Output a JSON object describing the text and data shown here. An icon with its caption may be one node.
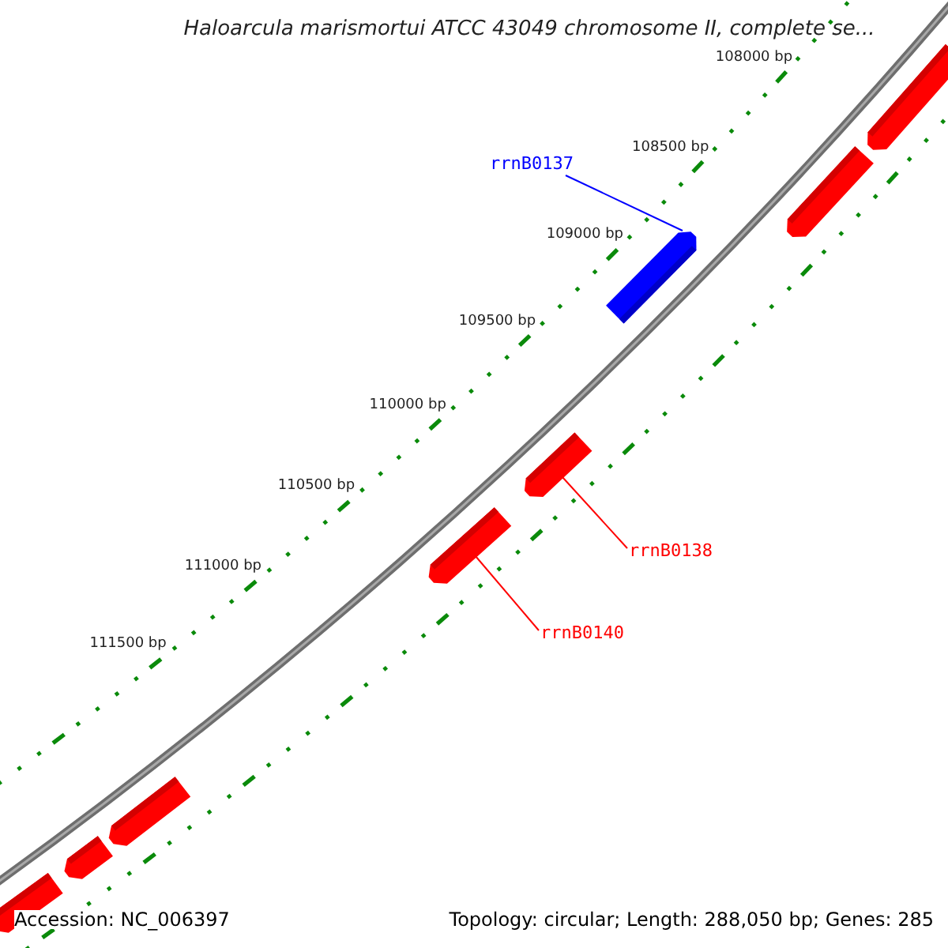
{
  "diagram": {
    "title": "Haloarcula marismortui ATCC 43049 chromosome II, complete se...",
    "nodes": [
      {
        "text": [
          "rrnB0137"
        ]
      },
      {
        "text": [],
        "shape": "bar"
      },
      {
        "text": [
          "rrnB0138"
        ]
      },
      {
        "text": [],
        "shape": "bar"
      },
      {
        "text": [
          "rrnB0140"
        ]
      },
      {
        "text": [],
        "shape": "bar"
      },
      {
        "text": [],
        "shape": "bar"
      },
      {
        "text": [],
        "shape": "bar"
      },
      {
        "text": [],
        "shape": "bar"
      },
      {
        "text": [],
        "shape": "bar"
      },
      {
        "text": [],
        "shape": "bar"
      }
    ],
    "edges": [
      {
        "from": 0,
        "to": 1,
        "arrow": "none",
        "color": "#0000ff"
      },
      {
        "from": 2,
        "to": 3,
        "arrow": "none"
      },
      {
        "from": 4,
        "to": 5,
        "arrow": "none"
      }
    ],
    "labels": [
      "108000 bp",
      "108500 bp",
      "109000 bp",
      "109500 bp",
      "110000 bp",
      "110500 bp",
      "111000 bp",
      "111500 bp",
      "Accession: NC_006397",
      "Topology: circular; Length: 288,050 bp; Genes: 285"
    ]
  }
}
